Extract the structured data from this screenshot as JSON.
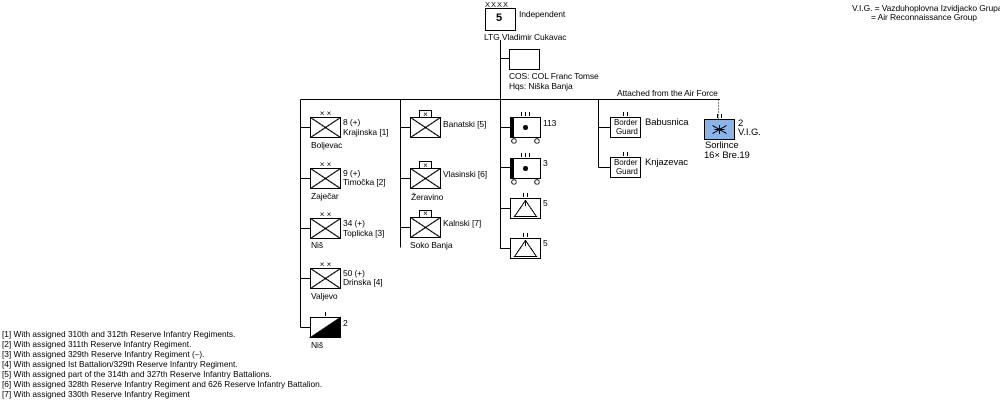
{
  "army": {
    "size_marker": "XXXX",
    "number": "5",
    "designation": "Independent",
    "commander": "LTG Vladimir Cukavac"
  },
  "staff": {
    "cos": "COS: COL Franc Tomse",
    "hqs": "Hqs:   Niška Banja"
  },
  "legend": {
    "line1": "V.I.G. = Vazduhoplovna Izvidjacko Grupa",
    "line2": "= Air Reconnaissance Group"
  },
  "air_link_label": "Attached from the Air Force",
  "column1": [
    {
      "num": "8 (+)",
      "name": "Krajinska [1]",
      "loc": "Boljevac"
    },
    {
      "num": "9 (+)",
      "name": "Timočka [2]",
      "loc": "Zaječar"
    },
    {
      "num": "34 (+)",
      "name": "Toplicka [3]",
      "loc": "Niš"
    },
    {
      "num": "50 (+)",
      "name": "Drinska [4]",
      "loc": "Valjevo"
    },
    {
      "num": "2",
      "name": "",
      "loc": "Niš"
    }
  ],
  "column2": [
    {
      "name": "Banatski [5]",
      "loc": ""
    },
    {
      "name": "Vlasinski [6]",
      "loc": "Žeravino"
    },
    {
      "name": "Kalnski [7]",
      "loc": "Soko Banja"
    }
  ],
  "column3": [
    {
      "num": "113"
    },
    {
      "num": "3"
    },
    {
      "num": "5"
    },
    {
      "num": "5"
    }
  ],
  "border_guards": [
    {
      "box_line1": "Border",
      "box_line2": "Guard",
      "loc": "Babusnica"
    },
    {
      "box_line1": "Border",
      "box_line2": "Guard",
      "loc": "Knjazevac"
    }
  ],
  "vig": {
    "num": "2",
    "name": "V.I.G.",
    "loc": "Sorlince",
    "aircraft": "16× Bre.19",
    "fill_color": "#8cb4e6"
  },
  "footnotes": [
    "[1] With assigned 310th and 312th Reserve Infantry Regiments.",
    "[2] With assigned 311th Reserve Infantry Regiment.",
    "[3] With assigned 329th Reserve Infantry Regiment (–).",
    "[4] With assigned Ist Battalion/329th Reserve Infantry Regiment.",
    "[5] With assigned part of the 314th and 327th Reserve Infantry Battalions.",
    "[6] With assigned 328th Reserve Infantry Regiment and 626 Reserve Infantry Battalion.",
    "[7] With assigned 330th Reserve Infantry Regiment"
  ]
}
